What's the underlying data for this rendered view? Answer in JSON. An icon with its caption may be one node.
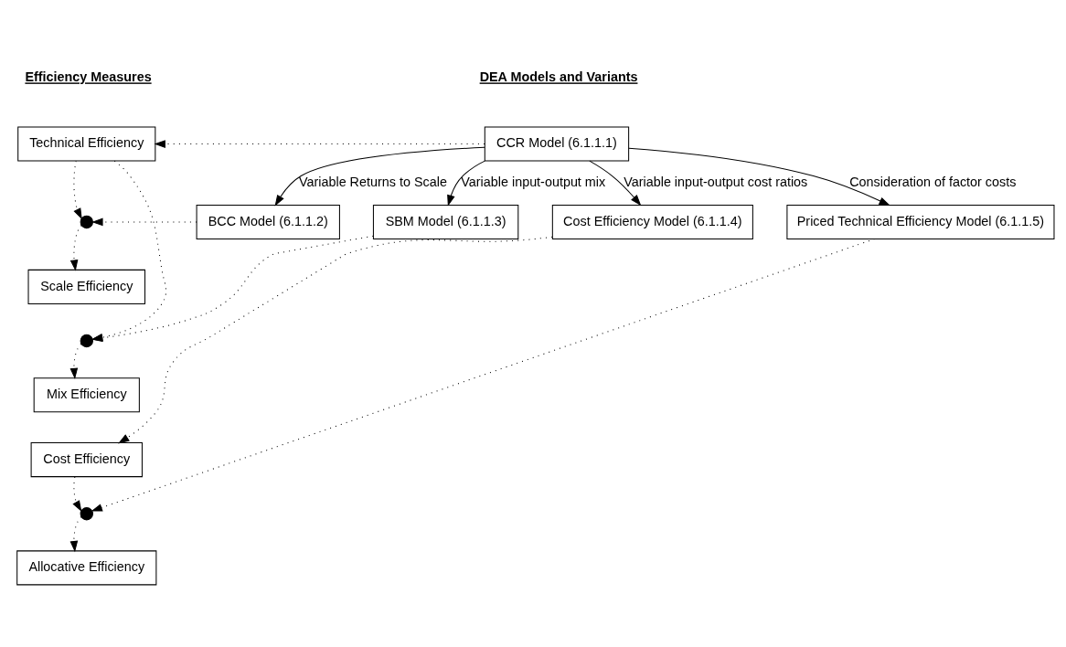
{
  "diagram": {
    "nodes": [
      {
        "text": [
          "CCR Model (6.1.1.1)"
        ]
      },
      {
        "text": [
          "BCC Model (6.1.1.2)"
        ]
      },
      {
        "text": [
          "SBM Model (6.1.1.3)"
        ]
      },
      {
        "text": [
          "Cost Efficiency Model (6.1.1.4)"
        ]
      },
      {
        "text": [
          "Priced Technical Efficiency Model (6.1.1.5)"
        ]
      },
      {
        "text": [
          "Technical Efficiency"
        ]
      },
      {
        "text": [],
        "shape": "circle"
      },
      {
        "text": [
          "Scale Efficiency"
        ]
      },
      {
        "text": [],
        "shape": "circle"
      },
      {
        "text": [
          "Mix Efficiency"
        ]
      },
      {
        "text": [
          "Cost Efficiency"
        ]
      },
      {
        "text": [],
        "shape": "circle"
      },
      {
        "text": [
          "Allocative Efficiency"
        ]
      }
    ],
    "edges": [
      {
        "from": 0,
        "to": 1,
        "arrow": "to",
        "label": "Variable Returns to Scale"
      },
      {
        "from": 0,
        "to": 2,
        "arrow": "to",
        "label": "Variable input-output mix"
      },
      {
        "from": 0,
        "to": 3,
        "arrow": "to",
        "label": "Variable input-output cost ratios"
      },
      {
        "from": 0,
        "to": 4,
        "arrow": "to",
        "label": "Consideration of factor costs"
      },
      {
        "from": 0,
        "to": 5,
        "arrow": "to",
        "style": "dashed"
      },
      {
        "from": 5,
        "to": 6,
        "arrow": "to",
        "style": "dashed"
      },
      {
        "from": 1,
        "to": 6,
        "arrow": "to",
        "style": "dashed"
      },
      {
        "from": 6,
        "to": 7,
        "arrow": "to",
        "style": "dashed"
      },
      {
        "from": 5,
        "to": 8,
        "arrow": "to",
        "style": "dashed"
      },
      {
        "from": 2,
        "to": 8,
        "arrow": "to",
        "style": "dashed"
      },
      {
        "from": 8,
        "to": 9,
        "arrow": "to",
        "style": "dashed"
      },
      {
        "from": 3,
        "to": 10,
        "arrow": "to",
        "style": "dashed"
      },
      {
        "from": 10,
        "to": 11,
        "arrow": "to",
        "style": "dashed"
      },
      {
        "from": 4,
        "to": 11,
        "arrow": "to",
        "style": "dashed"
      },
      {
        "from": 11,
        "to": 12,
        "arrow": "to",
        "style": "dashed"
      }
    ],
    "labels": [
      "DEA Models and Variants",
      "Efficiency Measures"
    ]
  }
}
